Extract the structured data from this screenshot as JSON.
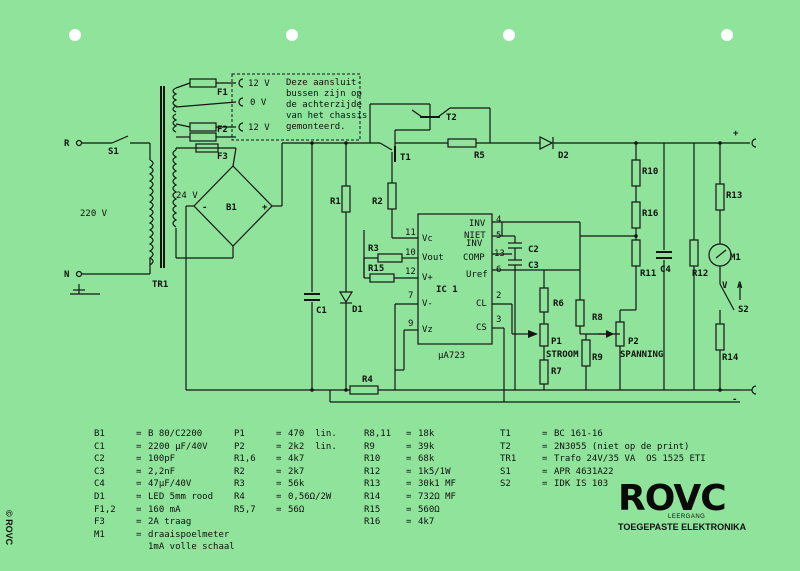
{
  "schematic": {
    "labels": {
      "R_in": "R",
      "N_in": "N",
      "S1": "S1",
      "mains": "220 V",
      "TR1": "TR1",
      "F1": "F1",
      "F2": "F2",
      "F3": "F3",
      "tap_top": "12 V",
      "tap_mid": "0 V",
      "tap_bot": "12 V",
      "sec24": "24 V",
      "B1": "B1",
      "C1": "C1",
      "D1": "D1",
      "R1": "R1",
      "R2": "R2",
      "R3": "R3",
      "R15": "R15",
      "R4": "R4",
      "T1": "T1",
      "T2": "T2",
      "R5": "R5",
      "D2": "D2",
      "R10": "R10",
      "R16": "R16",
      "R11": "R11",
      "C4": "C4",
      "R12": "R12",
      "R13": "R13",
      "M1": "M1",
      "V": "V",
      "A": "A",
      "S2": "S2",
      "R14": "R14",
      "C2": "C2",
      "C3": "C3",
      "R6": "R6",
      "R7": "R7",
      "R8": "R8",
      "R9": "R9",
      "P1": "P1",
      "P2": "P2",
      "stroom": "STROOM",
      "spanning": "SPANNING",
      "ic_name": "IC 1",
      "ic_type": "μA723",
      "pin_vc": "Vc",
      "pin_vout": "Vout",
      "pin_vplus": "V+",
      "pin_vminus": "V-",
      "pin_vz": "Vz",
      "pin_inv": "INV",
      "pin_niet": "NIET",
      "pin_inv2": "INV",
      "pin_comp": "COMP",
      "pin_uref": "Uref",
      "pin_cl": "CL",
      "pin_cs": "CS",
      "n11": "11",
      "n10": "10",
      "n12": "12",
      "n7": "7",
      "n9": "9",
      "n4": "4",
      "n5": "5",
      "n13": "13",
      "n6": "6",
      "n2": "2",
      "n3": "3",
      "plus": "+",
      "minus": "-",
      "note1": "Deze aansluit-",
      "note2": "bussen zijn op",
      "note3": "de achterzijde",
      "note4": "van het chassis",
      "note5": "gemonteerd."
    }
  },
  "parts": {
    "col1": [
      {
        "k": "B1",
        "v": "B 80/C2200"
      },
      {
        "k": "C1",
        "v": "2200 µF/40V"
      },
      {
        "k": "C2",
        "v": "100pF"
      },
      {
        "k": "C3",
        "v": "2,2nF"
      },
      {
        "k": "C4",
        "v": "47µF/40V"
      },
      {
        "k": "D1",
        "v": "LED 5mm rood"
      },
      {
        "k": "F1,2",
        "v": "160 mA"
      },
      {
        "k": "F3",
        "v": "2A traag"
      },
      {
        "k": "M1",
        "v": "draaispoelmeter"
      },
      {
        "k": "",
        "v": "1mA volle schaal"
      }
    ],
    "col2": [
      {
        "k": "P1",
        "v": "470  lin."
      },
      {
        "k": "P2",
        "v": "2k2  lin."
      },
      {
        "k": "R1,6",
        "v": "4k7"
      },
      {
        "k": "R2",
        "v": "2k7"
      },
      {
        "k": "R3",
        "v": "56k"
      },
      {
        "k": "R4",
        "v": "0,56Ω/2W"
      },
      {
        "k": "R5,7",
        "v": "56Ω"
      }
    ],
    "col3": [
      {
        "k": "R8,11",
        "v": "18k"
      },
      {
        "k": "R9",
        "v": "39k"
      },
      {
        "k": "R10",
        "v": "68k"
      },
      {
        "k": "R12",
        "v": "1k5/1W"
      },
      {
        "k": "R13",
        "v": "30k1 MF"
      },
      {
        "k": "R14",
        "v": "732Ω MF"
      },
      {
        "k": "R15",
        "v": "560Ω"
      },
      {
        "k": "R16",
        "v": "4k7"
      }
    ],
    "col4": [
      {
        "k": "T1",
        "v": "BC 161-16"
      },
      {
        "k": "T2",
        "v": "2N3055 (niet op de print)"
      },
      {
        "k": "TR1",
        "v": "Trafo 24V/35 VA  OS 1525 ETI"
      },
      {
        "k": "S1",
        "v": "APR 4631A22"
      },
      {
        "k": "S2",
        "v": "IDK IS 103"
      }
    ]
  },
  "branding": {
    "logo": "ROVC",
    "leergang": "LEERGANG",
    "course": "TOEGEPASTE ELEKTRONIKA",
    "copyright": "© ROVC"
  },
  "colors": {
    "paper": "#8fe39a",
    "ink": "#151515"
  }
}
